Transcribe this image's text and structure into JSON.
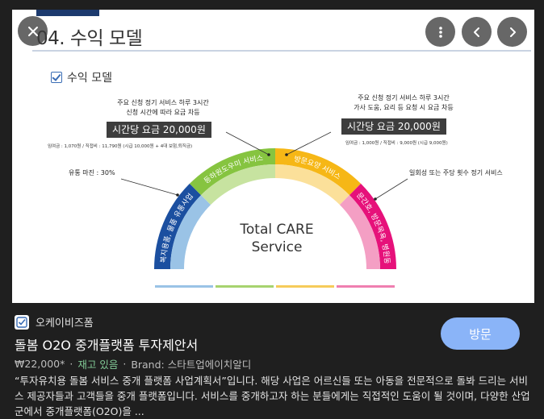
{
  "slide": {
    "title": "04. 수익 모델",
    "subtitle": "수익 모델",
    "left_note_line1": "주요 신청 정기 서비스 하루 3시간",
    "left_note_line2": "신청 시간에 따라 요금 차등",
    "left_price": "시간당 요금 20,000원",
    "left_tiny": "임여금 : 1,070원 / 직접비 : 11,790원 (시급 10,000원 + 4대 보험,퇴직금)",
    "right_note_line1": "주요 신청 정기 서비스 하루 3시간",
    "right_note_line2": "가사 도움, 요리 등 요청 시 요금 차등",
    "right_price": "시간당 요금 20,000원",
    "right_tiny": "임여금 : 1,000원 / 직접비 : 9,000원 (시급 9,000원)",
    "left_side_label": "유통 마진 : 30%",
    "right_side_label": "일회성 또는 주당 횟수 정기 서비스",
    "arc_labels": [
      "복지용품, 물품 유통사업",
      "등하원도우미 서비스",
      "방문요양 서비스",
      "방문간호, 방문목욕, 병원동행"
    ],
    "center_line1": "Total CARE",
    "center_line2": "Service",
    "colors": [
      "#1b4fa0",
      "#86c440",
      "#f6b716",
      "#e6117a"
    ],
    "light_colors": [
      "#9ac3e6",
      "#c7e3a0",
      "#fbe09a",
      "#f49fc4"
    ]
  },
  "controls": {
    "close_icon": "close-icon",
    "more_icon": "more-vert-icon",
    "prev_icon": "chevron-left-icon",
    "next_icon": "chevron-right-icon"
  },
  "product": {
    "seller": "오케이비즈폼",
    "title": "돌봄 O2O 중개플랫폼 투자제안서",
    "price": "₩22,000*",
    "dot1": "·",
    "stock": "재고 있음",
    "dot2": "·",
    "brand": "Brand: 스타트업에이치알디",
    "description": "“투자유치용 돌봄 서비스 중개 플랫폼 사업계획서”입니다. 해당 사업은 어르신들 또는 아동을 전문적으로 돌봐 드리는 서비스 제공자들과 고객들을 중개 플랫폼입니다. 서비스를 중개하고자 하는 분들에게는 직접적인 도움이 될 것이며, 다양한 산업군에서 중개플랫폼(O2O)을 ...",
    "visit_label": "방문"
  }
}
